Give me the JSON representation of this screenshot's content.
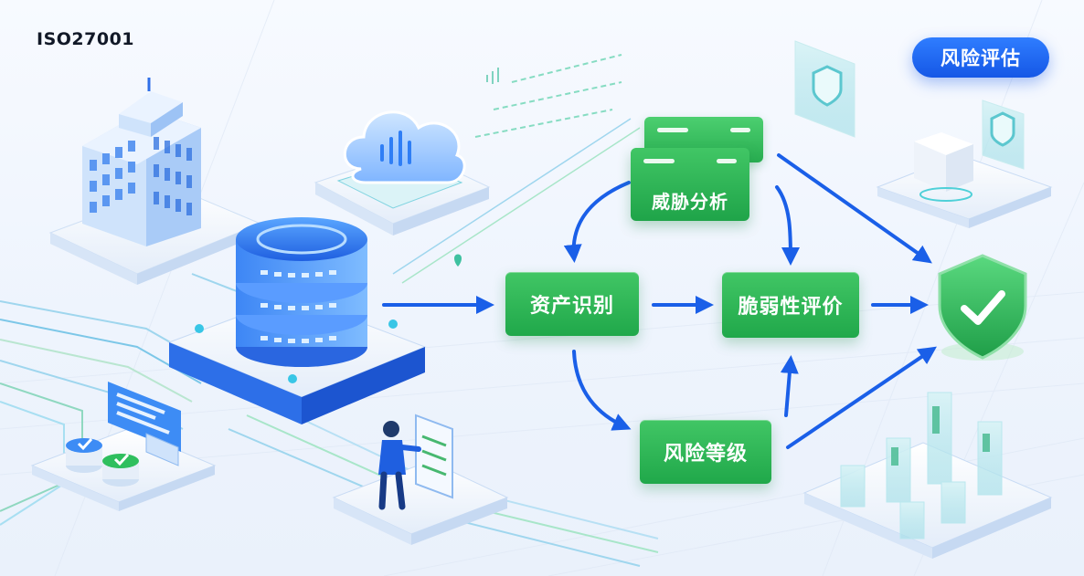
{
  "header": {
    "standard_label": "ISO27001"
  },
  "badge": {
    "label": "风险评估"
  },
  "flow": {
    "asset_identification": "资产识别",
    "threat_analysis": "威胁分析",
    "vulnerability_assessment": "脆弱性评价",
    "risk_level": "风险等级"
  },
  "colors": {
    "accent_blue": "#1a5fe8",
    "step_green": "#2bb556",
    "shield_green": "#2fbf5e",
    "badge_blue": "#1f6af0"
  },
  "icons": [
    "office-building-icon",
    "cloud-upload-icon",
    "database-server-icon",
    "chat-bubble-icon",
    "shield-token-icon",
    "person-checklist-icon",
    "shield-check-icon",
    "shield-panel-icon",
    "data-cube-icon",
    "bar-chart-icon"
  ]
}
